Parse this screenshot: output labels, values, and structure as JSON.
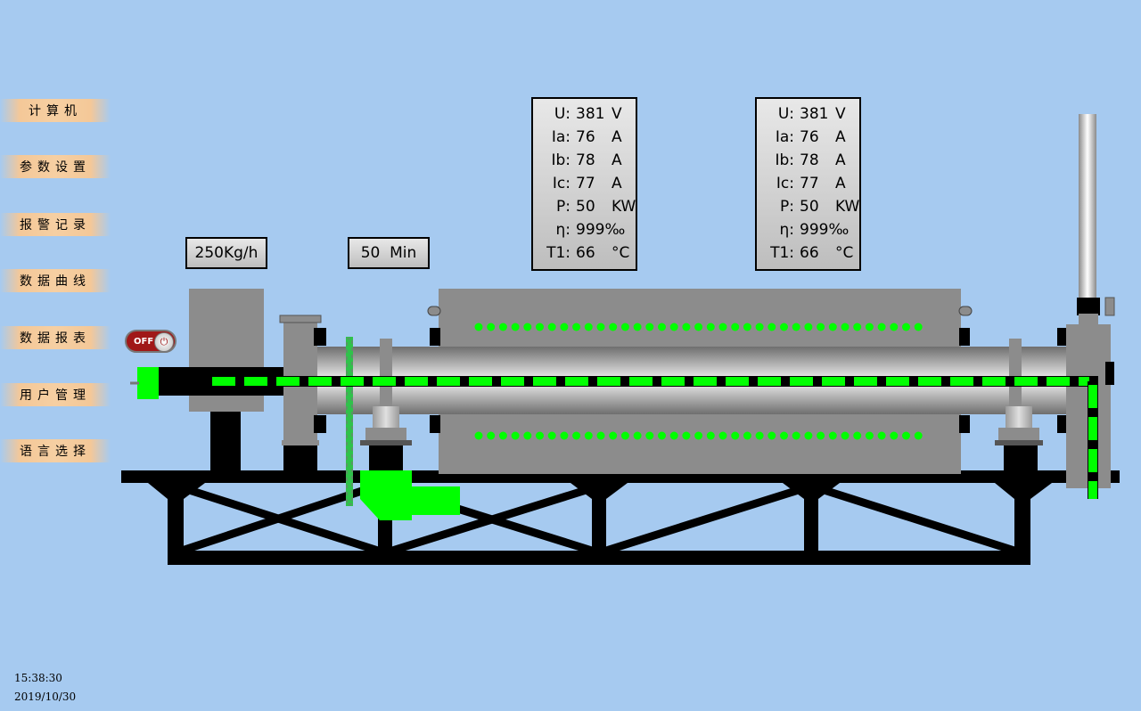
{
  "nav": {
    "items": [
      {
        "label": "计算机"
      },
      {
        "label": "参数设置"
      },
      {
        "label": "报警记录"
      },
      {
        "label": "数据曲线"
      },
      {
        "label": "数据报表"
      },
      {
        "label": "用户管理"
      },
      {
        "label": "语言选择"
      }
    ]
  },
  "feed_rate": "250Kg/h",
  "residence_time": "50  Min",
  "switch_label": "OFF",
  "panels": [
    {
      "rows": [
        {
          "name": "U:",
          "value": "381",
          "unit": "V"
        },
        {
          "name": "Ia:",
          "value": "76",
          "unit": "A"
        },
        {
          "name": "Ib:",
          "value": "78",
          "unit": "A"
        },
        {
          "name": "Ic:",
          "value": "77",
          "unit": "A"
        },
        {
          "name": "P:",
          "value": "50",
          "unit": "KW"
        },
        {
          "name": "η:",
          "value": "999‰",
          "unit": ""
        },
        {
          "name": "T1:",
          "value": "66",
          "unit": "°C"
        }
      ]
    },
    {
      "rows": [
        {
          "name": "U:",
          "value": "381",
          "unit": "V"
        },
        {
          "name": "Ia:",
          "value": "76",
          "unit": "A"
        },
        {
          "name": "Ib:",
          "value": "78",
          "unit": "A"
        },
        {
          "name": "Ic:",
          "value": "77",
          "unit": "A"
        },
        {
          "name": "P:",
          "value": "50",
          "unit": "KW"
        },
        {
          "name": "η:",
          "value": "999‰",
          "unit": ""
        },
        {
          "name": "T1:",
          "value": "66",
          "unit": "°C"
        }
      ]
    }
  ],
  "clock": {
    "time": "15:38:30",
    "date": "2019/10/30"
  },
  "colors": {
    "background": "#a6caf0",
    "flow": "#00ff00",
    "frame": "#000000",
    "body": "#8c8c8c",
    "nav": "#f6cfa2"
  }
}
